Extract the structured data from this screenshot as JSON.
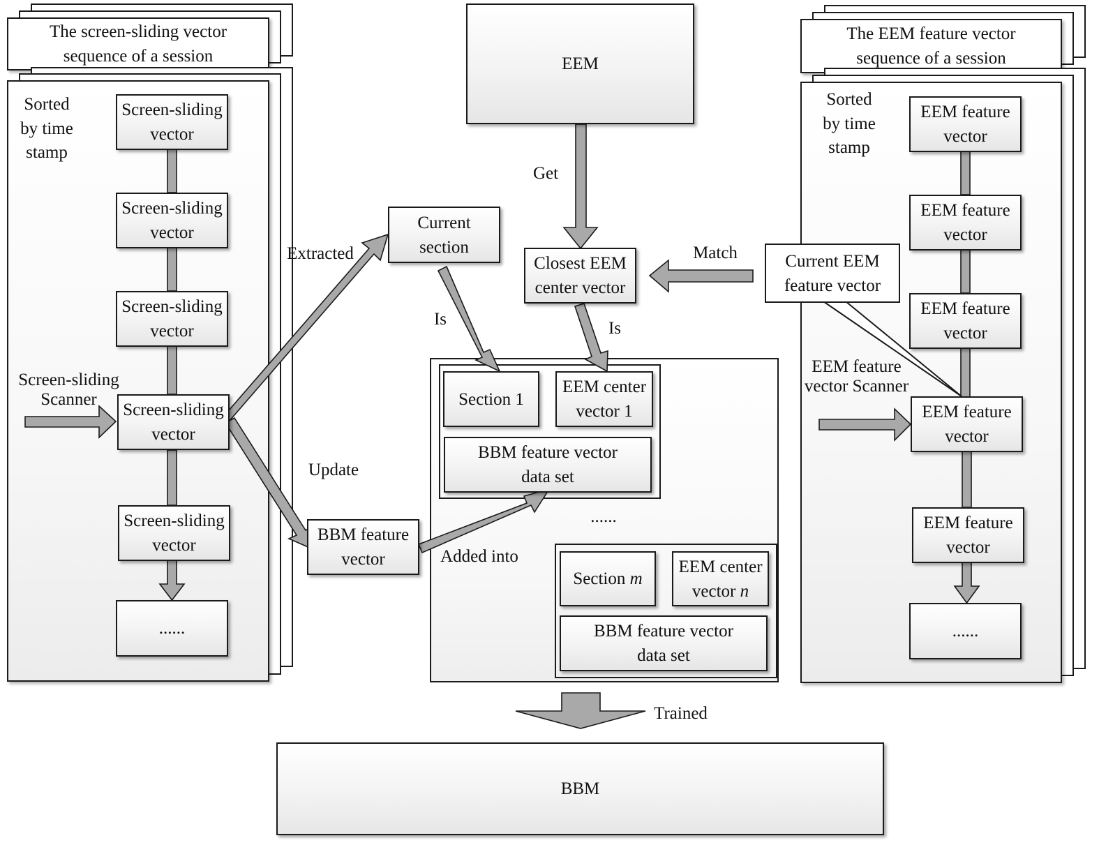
{
  "left_column": {
    "title": "The screen-sliding vector sequence of a session",
    "sort_label": "Sorted by time stamp",
    "vector_label": "Screen-sliding vector",
    "ellipsis": "......",
    "scanner_label": "Screen-sliding Scanner"
  },
  "right_column": {
    "title": "The EEM feature vector sequence of a session",
    "sort_label": "Sorted by time stamp",
    "vector_label": "EEM feature vector",
    "ellipsis": "......",
    "scanner_label": "EEM feature vector Scanner",
    "current_callout": "Current EEM feature vector"
  },
  "center": {
    "eem": "EEM",
    "get": "Get",
    "closest": "Closest EEM center vector",
    "match": "Match",
    "current_section": "Current section",
    "extracted": "Extracted",
    "is_left": "Is",
    "is_right": "Is",
    "update": "Update",
    "bbm_feature_vector": "BBM feature vector",
    "added_into": "Added into",
    "section1": "Section 1",
    "eem_center1": "EEM center vector 1",
    "bbm_dataset1": "BBM feature vector data set",
    "middle_ellipsis": "......",
    "section_m_prefix": "Section ",
    "section_m_var": "m",
    "eem_center_n_prefix": "EEM center vector ",
    "eem_center_n_var": "n",
    "bbm_dataset2": "BBM feature vector data set",
    "trained": "Trained",
    "bbm": "BBM"
  }
}
